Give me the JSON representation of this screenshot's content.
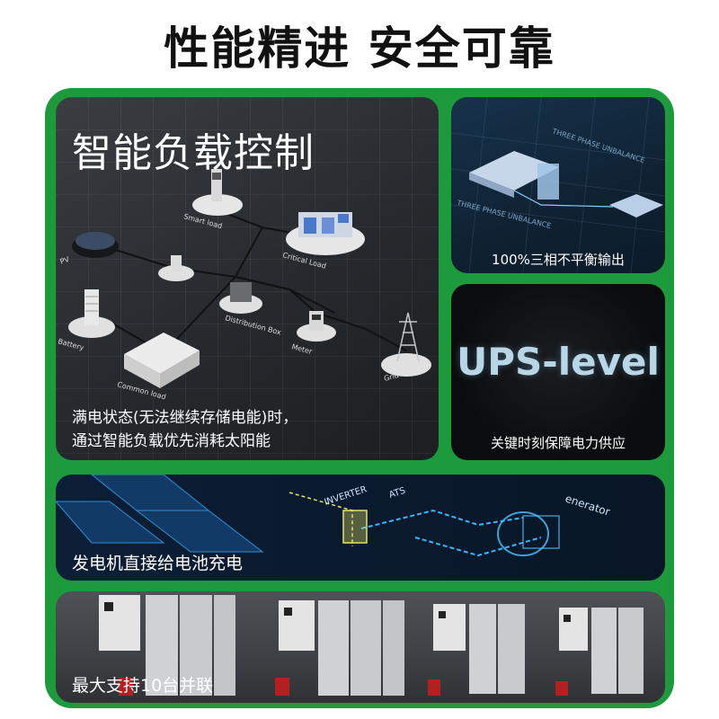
{
  "headline": "性能精进 安全可靠",
  "panels": {
    "smart_load": {
      "title": "智能负载控制",
      "caption_line1": "满电状态(无法继续存储电能)时，",
      "caption_line2": "通过智能负载优先消耗太阳能",
      "labels": {
        "smart_load": "Smart load",
        "critical_load": "Critical Load",
        "pv": "PV",
        "battery": "Battery",
        "common_load": "Common load",
        "distribution_box": "Distribution Box",
        "meter": "Meter",
        "grid": "Grid"
      }
    },
    "three_phase": {
      "caption": "100%三相不平衡输出",
      "overlay_text_1": "THREE PHASE UNBALANCE",
      "overlay_text_2": "THREE PHASE UNBALANCE"
    },
    "ups": {
      "headline": "UPS-level",
      "caption": "关键时刻保障电力供应"
    },
    "generator": {
      "caption": "发电机直接给电池充电",
      "labels": {
        "inverter": "INVERTER",
        "ats": "ATS",
        "generator": "enerator"
      }
    },
    "parallel": {
      "caption": "最大支持10台并联"
    }
  },
  "colors": {
    "frame_green": "#1d9a3c",
    "ups_text": "#b9d6e6",
    "glow_blue": "#38b6ff",
    "glow_yellow": "#e7e26a"
  }
}
